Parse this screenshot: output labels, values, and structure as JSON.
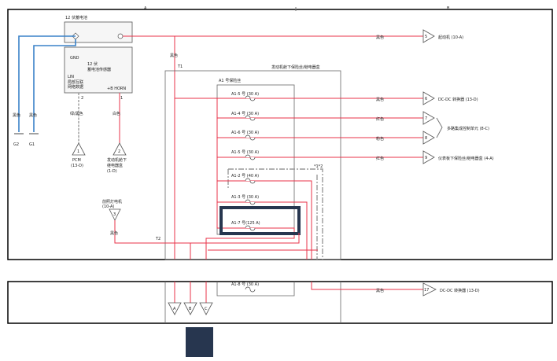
{
  "grid": {
    "col_a": "A",
    "col_b": "B"
  },
  "battery": {
    "title": "12 伏蓄电池",
    "gnd": "GND",
    "line2a": "12 伏",
    "line2b": "蓄电池传感器",
    "lin": "LIN",
    "lin_sub1": "局部互联",
    "lin_sub2": "网络数据",
    "pin_b_horn": "+B HORN",
    "pin2": "2",
    "pin1": "1"
  },
  "wires": {
    "black": "黑色",
    "red": "红色",
    "white": "白色",
    "pink": "粉色",
    "green_white": "绿/黑色"
  },
  "grounds": {
    "g2": "G2",
    "g1": "G1"
  },
  "connectors": {
    "c1": {
      "num": "1",
      "label1": "PCM",
      "label2": "(13-D)"
    },
    "c2": {
      "num": "2",
      "label1": "发动机舱下",
      "label2": "继电器盒",
      "label3": "(1-D)"
    },
    "c3": {
      "num": "3",
      "label1": "前照灯电机",
      "label2": "(10-A)"
    },
    "c5": {
      "num": "5",
      "label": "起动机 (10-A)"
    },
    "c6": {
      "num": "6",
      "label": "DC-DC 转换器 (13-D)"
    },
    "c7": {
      "num": "7"
    },
    "c8": {
      "num": "8"
    },
    "c78_label": "多路集成控制单元 (8-C)",
    "c9": {
      "num": "9",
      "label": "仪表板下保险丝/继电器盒 (4-A)"
    },
    "c17": {
      "num": "17",
      "label": "DC-DC 转换器 (13-D)"
    },
    "bottom": [
      "A",
      "B",
      "C"
    ]
  },
  "fusebox": {
    "title": "发动机舱下保险丝/继电器盒",
    "block": "A1 号保险丝",
    "t1": "T1",
    "t2": "T2",
    "note": "*1*2",
    "fuses": [
      {
        "label": "A1-5 号 (30 A)"
      },
      {
        "label": "A1-4 号 (30 A)"
      },
      {
        "label": "A1-6 号 (30 A)"
      },
      {
        "label": "A1-5 号 (30 A)"
      },
      {
        "label": "A1-2 号 (40 A)"
      },
      {
        "label": "A1-3 号 (30 A)"
      },
      {
        "label": "A1-7 号(125 A)"
      },
      {
        "label": "A1-8 号 (30 A)"
      }
    ]
  }
}
